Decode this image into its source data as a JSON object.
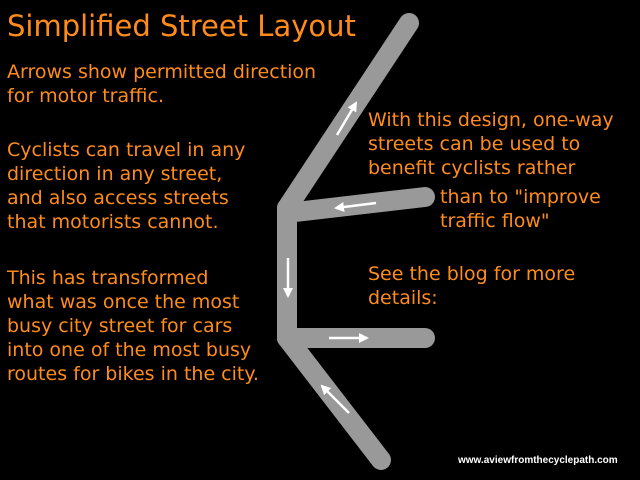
{
  "title": "Simplified Street Layout",
  "intro": "Arrows show permitted direction\nfor motor traffic.",
  "cyclists": "Cyclists can travel in any\ndirection in any street,\nand also access streets\nthat motorists cannot.",
  "transformation": "This has transformed\nwhat was once the most\nbusy city street for cars\ninto one of the most busy\nroutes for bikes in the city.",
  "one_way_note": {
    "part1": "With this design, one-way\nstreets can be used to\nbenefit cyclists rather",
    "part2": "than to \"improve\ntraffic flow\""
  },
  "blog_note": "See the blog for more\ndetails:",
  "credit": "www.aviewfromthecyclepath.com",
  "colors": {
    "text": "#FF8C1A",
    "street": "#999999",
    "arrow": "#FFFFFF",
    "background": "#000000"
  }
}
